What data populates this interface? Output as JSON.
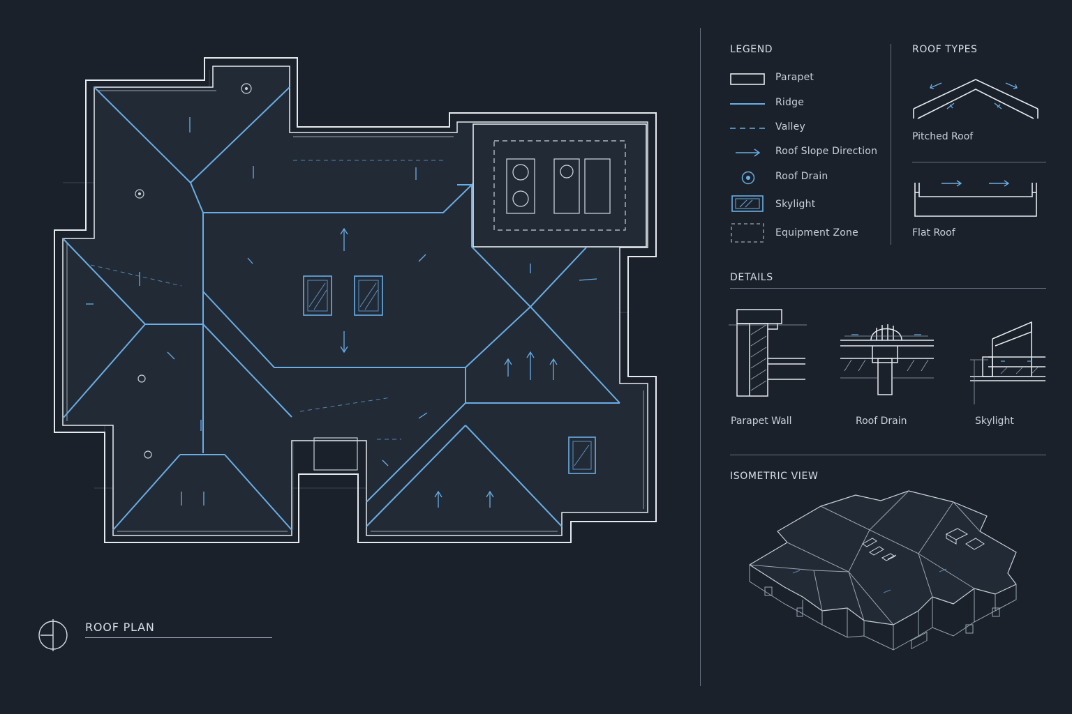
{
  "plan": {
    "title": "ROOF PLAN"
  },
  "legend": {
    "heading": "LEGEND",
    "items": [
      {
        "label": "Parapet",
        "icon": "parapet-symbol"
      },
      {
        "label": "Ridge",
        "icon": "ridge-line"
      },
      {
        "label": "Valley",
        "icon": "valley-line"
      },
      {
        "label": "Roof Slope Direction",
        "icon": "arrow-right-icon"
      },
      {
        "label": "Roof Drain",
        "icon": "drain-icon"
      },
      {
        "label": "Skylight",
        "icon": "skylight-icon"
      },
      {
        "label": "Equipment Zone",
        "icon": "equipment-zone-symbol"
      }
    ]
  },
  "roof_types": {
    "heading": "ROOF TYPES",
    "pitched": "Pitched Roof",
    "flat": "Flat Roof"
  },
  "details": {
    "heading": "DETAILS",
    "items": [
      "Parapet Wall",
      "Roof Drain",
      "Skylight"
    ]
  },
  "isometric": {
    "heading": "ISOMETRIC VIEW"
  },
  "colors": {
    "background": "#1b212a",
    "line_white": "#e6ebf0",
    "ridge_blue": "#6aaee6",
    "faint_line": "#4a5563"
  }
}
